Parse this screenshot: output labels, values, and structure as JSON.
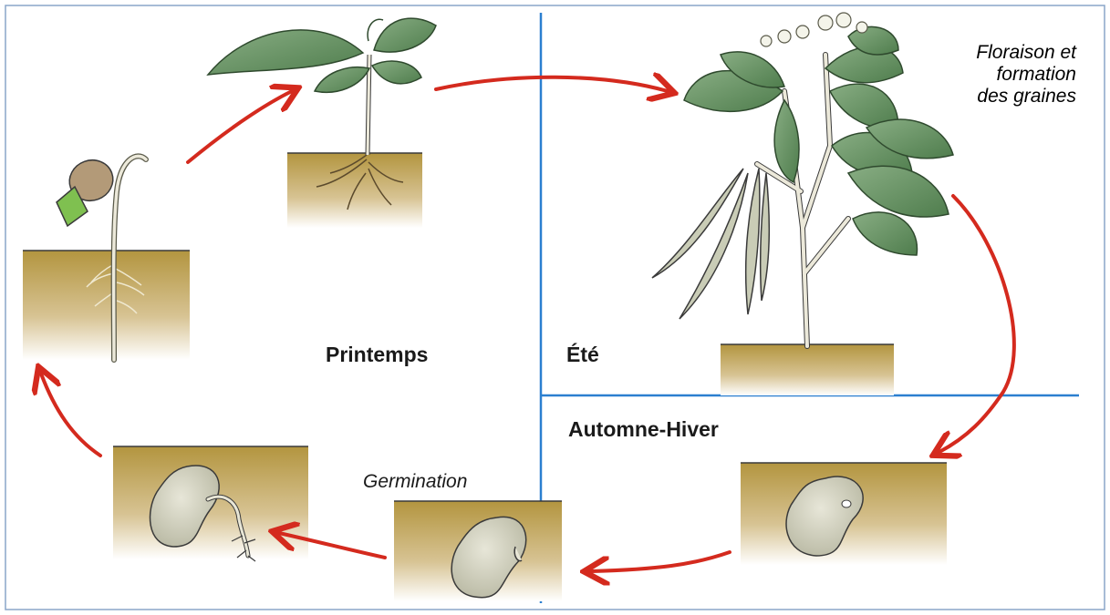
{
  "seasons": {
    "spring": "Printemps",
    "summer": "Été",
    "autumn_winter": "Automne-Hiver"
  },
  "stages": {
    "germination": "Germination",
    "flowering_line1": "Floraison et",
    "flowering_line2": "formation",
    "flowering_line3": "des graines"
  },
  "colors": {
    "arrow": "#d42a1e",
    "divider": "#2b7fd0",
    "soil": "#b89a4a",
    "leaf": "#6f9a6a",
    "seed": "#c9c9b4"
  }
}
